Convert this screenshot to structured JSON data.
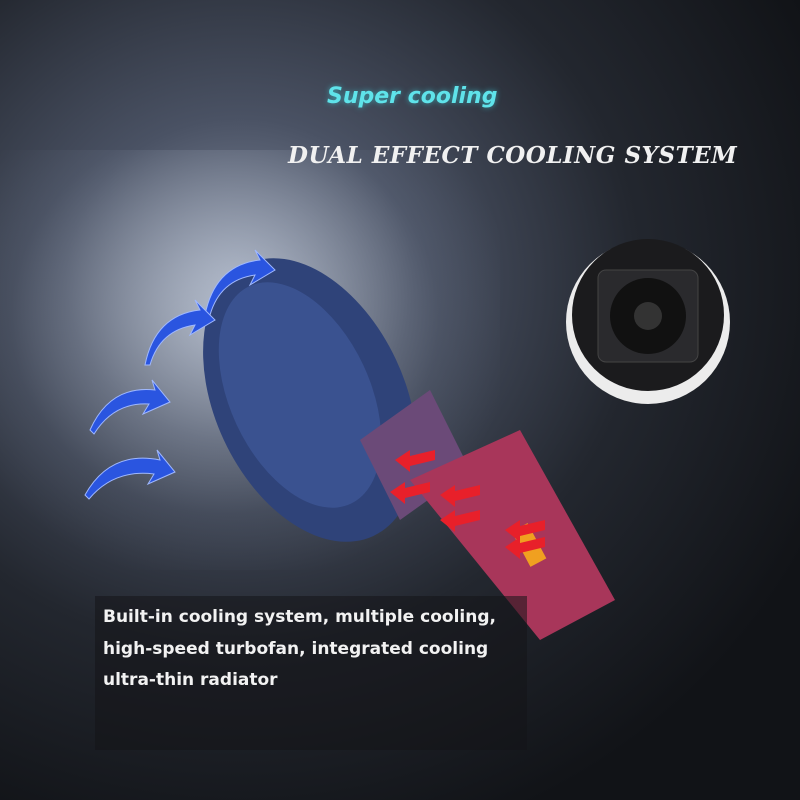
{
  "header": {
    "subtitle": "Super cooling",
    "title": "DUAL EFFECT COOLING SYSTEM"
  },
  "description": "Built-in cooling system, multiple cooling, high-speed turbofan, integrated cooling ultra-thin radiator",
  "colors": {
    "accent_cyan": "#5fe3ea",
    "airflow_blue": "#2a55e0",
    "heat_red": "#e8202a",
    "bulb_body": "#3a4f8a",
    "bulb_neck": "#b04a6a"
  },
  "icons": [
    "airflow-arrow-icon",
    "heat-arrow-icon"
  ]
}
